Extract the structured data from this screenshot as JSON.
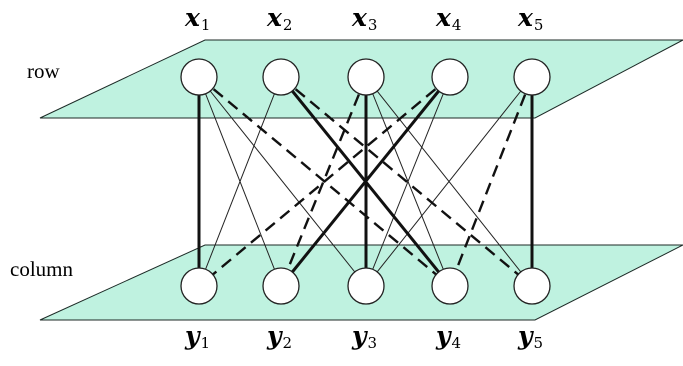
{
  "diagram": {
    "planes": [
      {
        "id": "row",
        "label": "row"
      },
      {
        "id": "column",
        "label": "column"
      }
    ],
    "top_nodes": [
      {
        "id": "x1",
        "var": "x",
        "sub": "1"
      },
      {
        "id": "x2",
        "var": "x",
        "sub": "2"
      },
      {
        "id": "x3",
        "var": "x",
        "sub": "3"
      },
      {
        "id": "x4",
        "var": "x",
        "sub": "4"
      },
      {
        "id": "x5",
        "var": "x",
        "sub": "5"
      }
    ],
    "bottom_nodes": [
      {
        "id": "y1",
        "var": "y",
        "sub": "1"
      },
      {
        "id": "y2",
        "var": "y",
        "sub": "2"
      },
      {
        "id": "y3",
        "var": "y",
        "sub": "3"
      },
      {
        "id": "y4",
        "var": "y",
        "sub": "4"
      },
      {
        "id": "y5",
        "var": "y",
        "sub": "5"
      }
    ],
    "edges": [
      {
        "from": "x1",
        "to": "y1",
        "style": "solid"
      },
      {
        "from": "x1",
        "to": "y2",
        "style": "thin"
      },
      {
        "from": "x1",
        "to": "y3",
        "style": "thin"
      },
      {
        "from": "x1",
        "to": "y4",
        "style": "dashed"
      },
      {
        "from": "x2",
        "to": "y1",
        "style": "thin"
      },
      {
        "from": "x2",
        "to": "y4",
        "style": "solid"
      },
      {
        "from": "x2",
        "to": "y5",
        "style": "dashed"
      },
      {
        "from": "x3",
        "to": "y2",
        "style": "dashed"
      },
      {
        "from": "x3",
        "to": "y3",
        "style": "solid"
      },
      {
        "from": "x3",
        "to": "y4",
        "style": "thin"
      },
      {
        "from": "x3",
        "to": "y5",
        "style": "thin"
      },
      {
        "from": "x4",
        "to": "y1",
        "style": "dashed"
      },
      {
        "from": "x4",
        "to": "y2",
        "style": "solid"
      },
      {
        "from": "x4",
        "to": "y3",
        "style": "thin"
      },
      {
        "from": "x5",
        "to": "y3",
        "style": "thin"
      },
      {
        "from": "x5",
        "to": "y4",
        "style": "dashed"
      },
      {
        "from": "x5",
        "to": "y5",
        "style": "solid"
      }
    ],
    "colors": {
      "plane_fill": "#bff2e0",
      "plane_stroke": "#1c2a26",
      "edge": "#111111",
      "node_fill": "#ffffff"
    }
  }
}
